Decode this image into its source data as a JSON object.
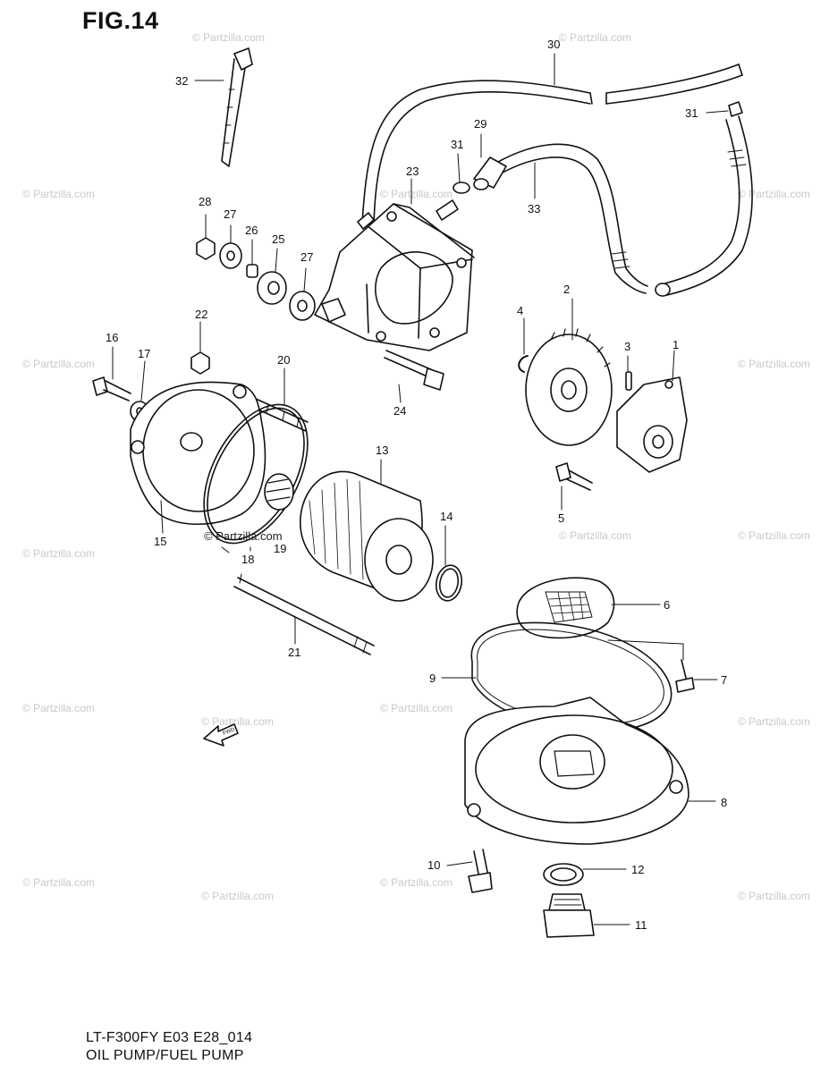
{
  "figure": {
    "title": "FIG.14",
    "model_code": "LT-F300FY E03 E28_014",
    "section_name": "OIL PUMP/FUEL PUMP",
    "copyright_label": "© Partzilla.com",
    "watermark": "© Partzilla.com",
    "fwd_label": "FWD"
  },
  "callouts": [
    "1",
    "2",
    "3",
    "4",
    "5",
    "6",
    "7",
    "8",
    "9",
    "10",
    "11",
    "12",
    "13",
    "14",
    "15",
    "16",
    "17",
    "18",
    "19",
    "20",
    "21",
    "22",
    "23",
    "24",
    "25",
    "26",
    "27",
    "27",
    "28",
    "29",
    "30",
    "31",
    "31",
    "32",
    "33"
  ],
  "colors": {
    "line": "#111111",
    "watermark": "#c9c9c9",
    "background": "#ffffff"
  }
}
